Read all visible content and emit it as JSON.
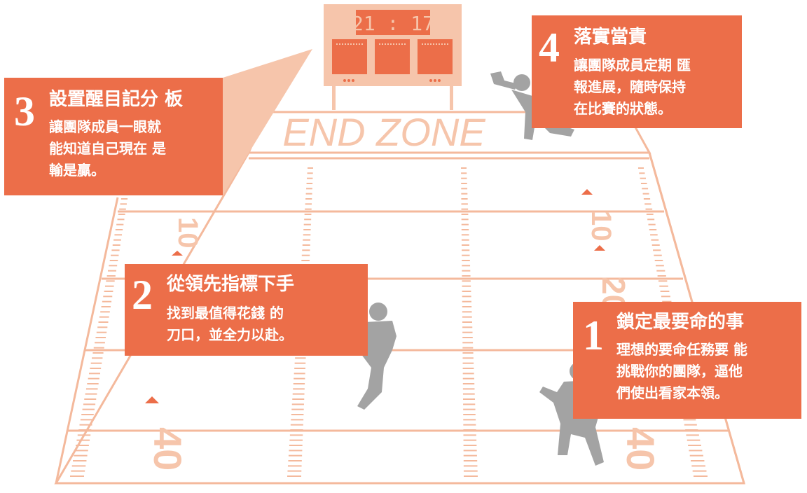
{
  "scoreboard": {
    "time": "21 : 17"
  },
  "field": {
    "endzone_text": "END ZONE",
    "yard_numbers": {
      "left_10": "10",
      "left_40": "40",
      "right_10": "10",
      "right_20": "20",
      "right_40": "40"
    }
  },
  "callouts": [
    {
      "number": "1",
      "title": "鎖定最要命的事",
      "lines": [
        "理想的要命任務要 能",
        "挑戰你的團隊，逼他",
        "們使出看家本領。"
      ]
    },
    {
      "number": "2",
      "title": "從領先指標下手",
      "lines": [
        "找到最值得花錢 的",
        "刀口，並全力以赴。"
      ]
    },
    {
      "number": "3",
      "title": "設置醒目記分 板",
      "lines": [
        "讓團隊成員一眼就",
        "能知道自己現在 是",
        "輸是贏。"
      ]
    },
    {
      "number": "4",
      "title": "落實當責",
      "lines": [
        "讓團隊成員定期 匯",
        "報進展，隨時保持",
        "在比賽的狀態。"
      ]
    }
  ],
  "colors": {
    "accent": "#ec6e49",
    "field_line": "#f4b99c",
    "scoreboard": "#f6c5ab",
    "player": "#a3a3a3"
  }
}
